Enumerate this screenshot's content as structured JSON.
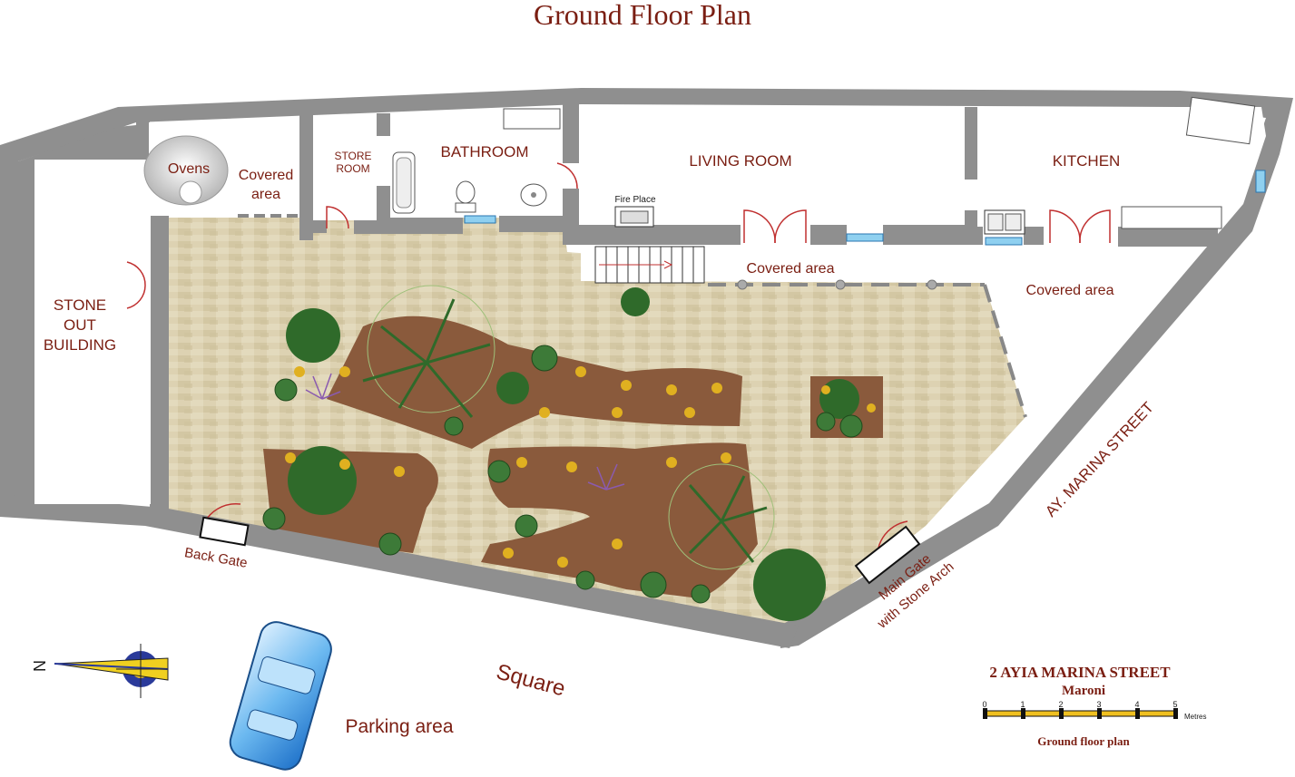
{
  "title": "Ground Floor Plan",
  "rooms": {
    "ovens": "Ovens",
    "covered_area_top_line1": "Covered",
    "covered_area_top_line2": "area",
    "store_room_line1": "STORE",
    "store_room_line2": "ROOM",
    "bathroom": "BATHROOM",
    "living_room": "LIVING ROOM",
    "kitchen": "KITCHEN",
    "fire_place": "Fire Place",
    "stone_out_building_line1": "STONE",
    "stone_out_building_line2": "OUT",
    "stone_out_building_line3": "BUILDING",
    "covered_area_mid": "Covered area",
    "covered_area_right": "Covered area"
  },
  "gates": {
    "back_gate": "Back Gate",
    "main_gate_line1": "Main Gate",
    "main_gate_line2": "with Stone Arch"
  },
  "surroundings": {
    "street": "AY. MARINA STREET",
    "square": "Square",
    "parking": "Parking area"
  },
  "compass": {
    "north_letter": "N",
    "icon": "compass-icon"
  },
  "legend": {
    "address_line1": "2 AYIA MARINA STREET",
    "address_line2": "Maroni",
    "scale_ticks": [
      "0",
      "1",
      "2",
      "3",
      "4",
      "5"
    ],
    "scale_unit": "Metres",
    "caption": "Ground floor plan"
  },
  "colors": {
    "wall": "#8f8f8f",
    "label": "#7a1e12",
    "paving": "#d6cba9",
    "soil": "#8a5a3c",
    "plant": "#2f6a2a",
    "flower": "#e0b020",
    "car": "#4a9fe0"
  }
}
